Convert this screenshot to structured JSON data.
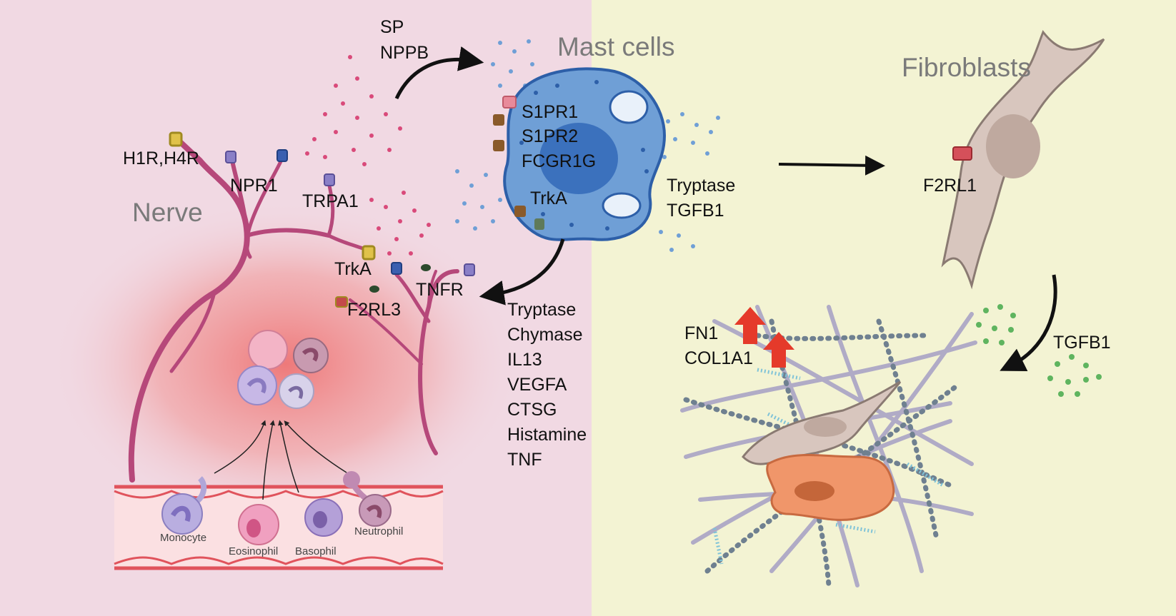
{
  "regions": {
    "nerve": "Nerve",
    "mast_cells": "Mast cells",
    "fibroblasts": "Fibroblasts"
  },
  "nerve_receptors": {
    "h1r_h4r": "H1R,H4R",
    "npr1": "NPR1",
    "trpa1": "TRPA1",
    "trka": "TrkA",
    "tnfr": "TNFR",
    "f2rl3": "F2RL3"
  },
  "nerve_mediators": [
    "SP",
    "NPPB"
  ],
  "mast_receptors": [
    "S1PR1",
    "S1PR2",
    "FCGR1G",
    "TrkA"
  ],
  "mast_to_nerve_mediators": [
    "Tryptase",
    "Chymase",
    "IL13",
    "VEGFA",
    "CTSG",
    "Histamine",
    "TNF"
  ],
  "mast_to_fibroblast_mediators": [
    "Tryptase",
    "TGFB1"
  ],
  "fibroblast_receptor": "F2RL1",
  "fibroblast_output": "TGFB1",
  "upregulated_genes": [
    "FN1",
    "COL1A1"
  ],
  "immune_cells": {
    "monocyte": "Monocyte",
    "eosinophil": "Eosinophil",
    "basophil": "Basophil",
    "neutrophil": "Neutrophil"
  },
  "colors": {
    "left_bg": "#f1d9e3",
    "right_bg": "#f3f3d3",
    "nerve": "#b6487a",
    "mast_cell": "#6f9fd6",
    "fibroblast": "#d8c6be",
    "up_arrow": "#e53a2a",
    "tgfb1_dots": "#5fb45f"
  }
}
